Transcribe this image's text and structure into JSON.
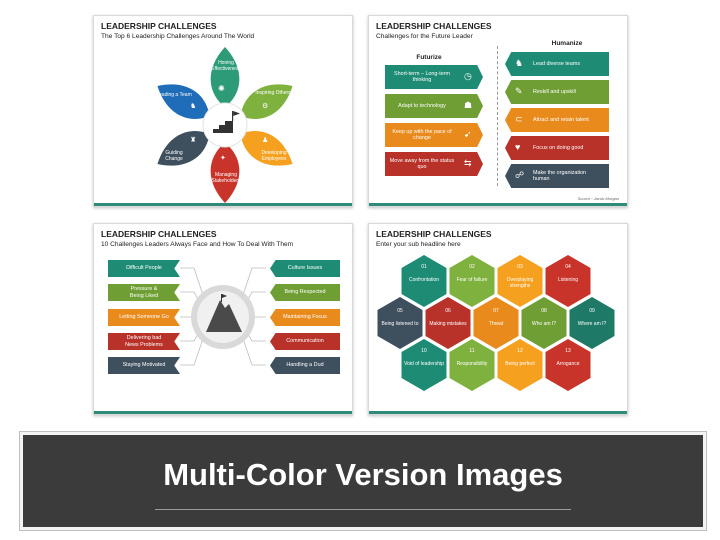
{
  "slides": [
    {
      "title": "LEADERSHIP CHALLENGES",
      "subtitle": "The Top 6 Leadership Challenges Around The World",
      "petals": [
        {
          "label": "Honing Effectiveness",
          "color": "#2e9b78"
        },
        {
          "label": "Inspiring Others",
          "color": "#7fb13f"
        },
        {
          "label": "Developing Employees",
          "color": "#f5a11f"
        },
        {
          "label": "Managing Stakeholders",
          "color": "#c8332a"
        },
        {
          "label": "Guiding Change",
          "color": "#3e4f5e"
        },
        {
          "label": "Leading a Team",
          "color": "#1f6cb8"
        }
      ]
    },
    {
      "title": "LEADERSHIP CHALLENGES",
      "subtitle": "Challenges for the Future Leader",
      "left_heading": "Futurize",
      "right_heading": "Humanize",
      "left_items": [
        {
          "label": "Short-term – Long-term thinking",
          "color": "#1e8c74"
        },
        {
          "label": "Adapt to technology",
          "color": "#6f9f34"
        },
        {
          "label": "Keep up with the pace of change",
          "color": "#e98a1c"
        },
        {
          "label": "Move away from the status quo",
          "color": "#b8322a"
        }
      ],
      "right_items": [
        {
          "label": "Lead diverse teams",
          "color": "#1e8c74"
        },
        {
          "label": "Reskill and upskill",
          "color": "#6f9f34"
        },
        {
          "label": "Attract and retain talent",
          "color": "#e98a1c"
        },
        {
          "label": "Focus on doing good",
          "color": "#b8322a"
        },
        {
          "label": "Make the organization human",
          "color": "#3e4f5e"
        }
      ],
      "source": "Source : Jacob Morgan"
    },
    {
      "title": "LEADERSHIP CHALLENGES",
      "subtitle": "10 Challenges Leaders Always Face and How To Deal With Them",
      "left_items": [
        {
          "label": "Difficult People",
          "color": "#1e8c74"
        },
        {
          "label": "Pressure & Being Liked",
          "color": "#6f9f34"
        },
        {
          "label": "Letting Someone Go",
          "color": "#e98a1c"
        },
        {
          "label": "Delivering bad News Problems",
          "color": "#b8322a"
        },
        {
          "label": "Staying Motivated",
          "color": "#3e4f5e"
        }
      ],
      "right_items": [
        {
          "label": "Culture Issues",
          "color": "#1e8c74"
        },
        {
          "label": "Being Respected",
          "color": "#6f9f34"
        },
        {
          "label": "Maintaining Focus",
          "color": "#e98a1c"
        },
        {
          "label": "Communication",
          "color": "#b8322a"
        },
        {
          "label": "Handling a Dud",
          "color": "#3e4f5e"
        }
      ]
    },
    {
      "title": "LEADERSHIP CHALLENGES",
      "subtitle": "Enter your sub headline here",
      "hexes": [
        {
          "num": "01",
          "label": "Confrontation",
          "color": "#1e8c74"
        },
        {
          "num": "02",
          "label": "Fear of failure",
          "color": "#7fb13f"
        },
        {
          "num": "03",
          "label": "Overplaying strengths",
          "color": "#f5a11f"
        },
        {
          "num": "04",
          "label": "Listening",
          "color": "#c8332a"
        },
        {
          "num": "05",
          "label": "Being listened to",
          "color": "#3e4f5e"
        },
        {
          "num": "06",
          "label": "Making mistakes",
          "color": "#b8322a"
        },
        {
          "num": "07",
          "label": "Threat",
          "color": "#e98a1c"
        },
        {
          "num": "08",
          "label": "Who am I?",
          "color": "#6f9f34"
        },
        {
          "num": "09",
          "label": "Where am I?",
          "color": "#1e7a67"
        },
        {
          "num": "10",
          "label": "Void of leadership",
          "color": "#1e8c74"
        },
        {
          "num": "11",
          "label": "Responsibility",
          "color": "#7fb13f"
        },
        {
          "num": "12",
          "label": "Being perfect",
          "color": "#f5a11f"
        },
        {
          "num": "13",
          "label": "Arrogance",
          "color": "#c8332a"
        }
      ]
    }
  ],
  "banner": {
    "title": "Multi-Color Version Images"
  }
}
